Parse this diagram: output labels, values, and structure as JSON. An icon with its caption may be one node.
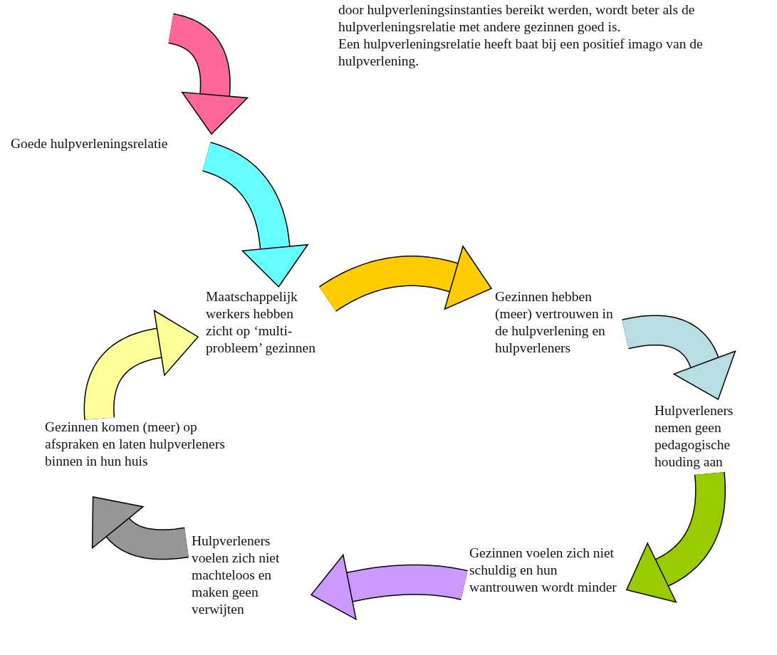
{
  "diagram": {
    "nodes": [
      {
        "text": [
          "door hulpverleningsinstanties bereikt werden, wordt beter als de hulpverleningsrelatie met andere gezinnen goed is.",
          "Een hulpverleningsrelatie heeft baat bij een positief imago van de hulpverlening."
        ]
      },
      {
        "text": [
          "Goede hulpverleningsrelatie"
        ]
      },
      {
        "text": [
          "Maatschappelijk werkers hebben zicht op ‘multi-probleem’ gezinnen"
        ]
      },
      {
        "text": [
          "Gezinnen hebben (meer) vertrouwen in de hulpverlening en hulpverleners"
        ]
      },
      {
        "text": [
          "Hulpverleners nemen geen pedagogische houding aan"
        ]
      },
      {
        "text": [
          "Gezinnen voelen zich niet schuldig en hun wantrouwen wordt minder"
        ]
      },
      {
        "text": [
          "Hulpverleners voelen zich niet machteloos en maken geen verwijten"
        ]
      },
      {
        "text": [
          "Gezinnen komen (meer) op afspraken en laten hulpverleners binnen in hun huis"
        ]
      }
    ],
    "edges": [
      {
        "from": null,
        "to": 1,
        "arrow": "to",
        "color": "#ff6699"
      },
      {
        "from": 1,
        "to": 2,
        "arrow": "to",
        "color": "#66ffff"
      },
      {
        "from": 2,
        "to": 3,
        "arrow": "to",
        "color": "#ffcc00"
      },
      {
        "from": 3,
        "to": 4,
        "arrow": "to",
        "color": "#b7dfe3"
      },
      {
        "from": 4,
        "to": 5,
        "arrow": "to",
        "color": "#99cc00"
      },
      {
        "from": 5,
        "to": 6,
        "arrow": "to",
        "color": "#cc99ff"
      },
      {
        "from": 6,
        "to": 7,
        "arrow": "to",
        "color": "#969696"
      },
      {
        "from": 7,
        "to": 2,
        "arrow": "to",
        "color": "#ffff99"
      }
    ]
  }
}
